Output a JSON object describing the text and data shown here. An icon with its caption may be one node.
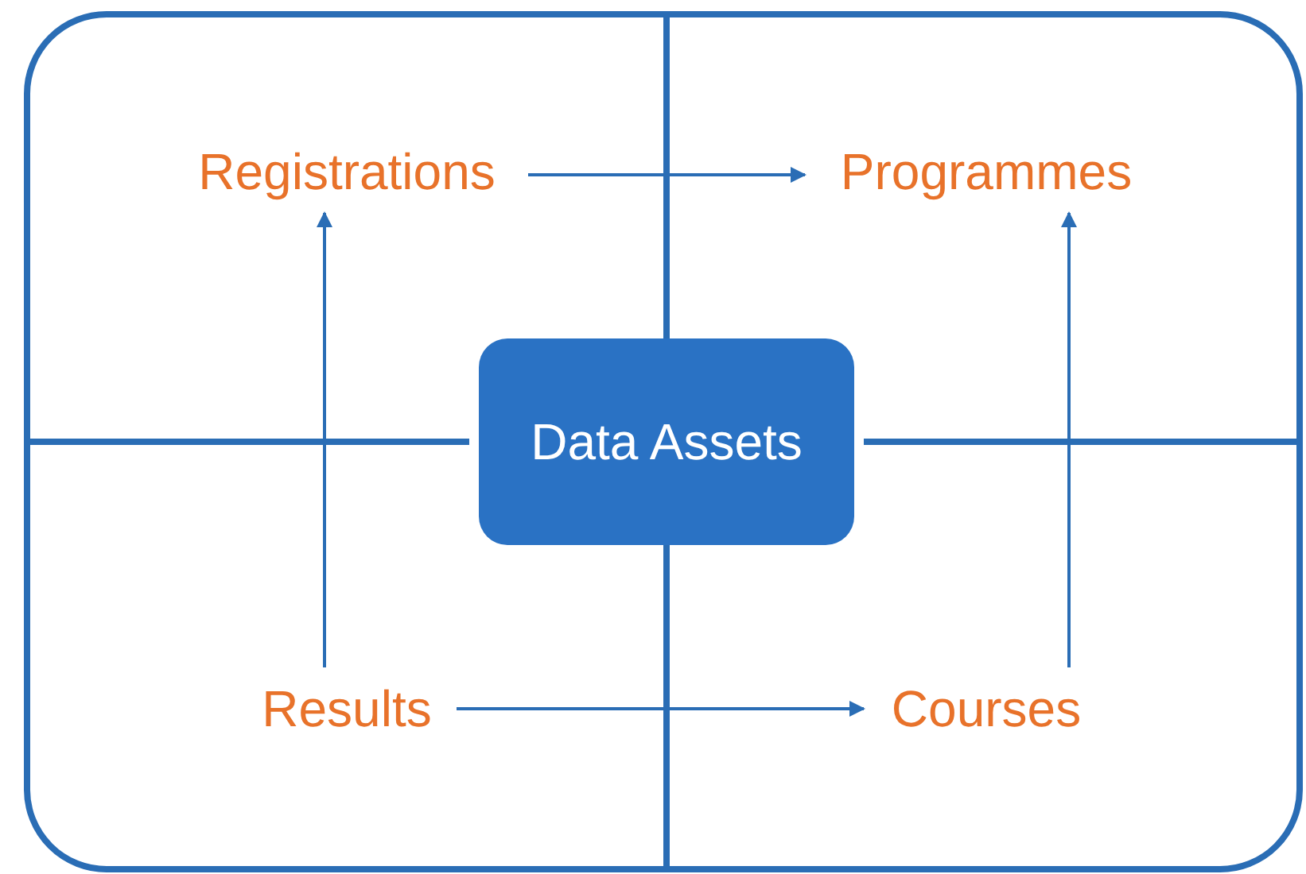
{
  "diagram": {
    "nodes": [
      {
        "text": [
          "Registrations"
        ]
      },
      {
        "text": [
          "Programmes"
        ]
      },
      {
        "text": [
          "Data Assets"
        ]
      },
      {
        "text": [
          "Results"
        ]
      },
      {
        "text": [
          "Courses"
        ]
      }
    ],
    "edges": [
      {
        "from": 0,
        "to": 1,
        "arrow": "to"
      },
      {
        "from": 3,
        "to": 4,
        "arrow": "to"
      },
      {
        "from": 3,
        "to": 0,
        "arrow": "to"
      },
      {
        "from": 4,
        "to": 1,
        "arrow": "to"
      }
    ]
  }
}
